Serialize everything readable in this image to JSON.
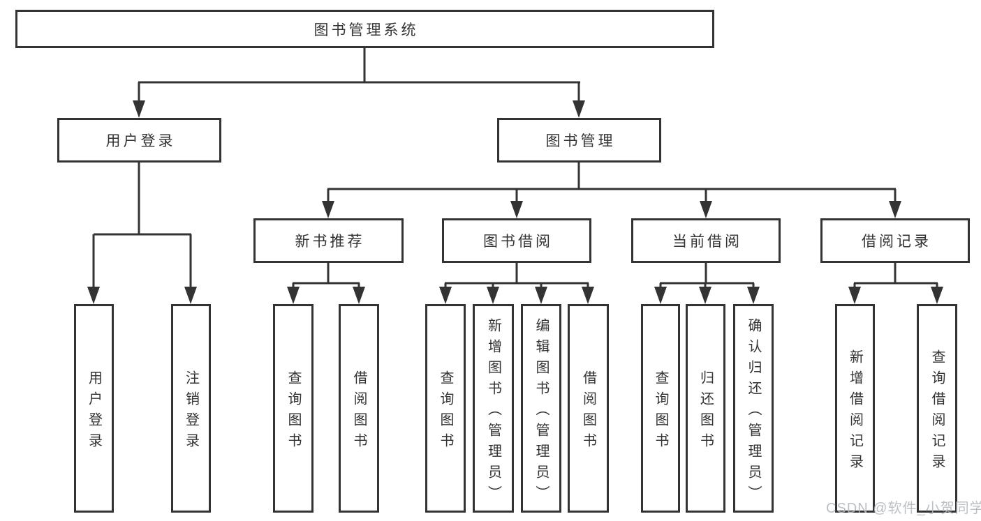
{
  "diagram": {
    "type": "hierarchy-tree",
    "tree": {
      "label": "图书管理系统",
      "children": [
        {
          "label": "用户登录",
          "children": [
            {
              "label": "用户登录"
            },
            {
              "label": "注销登录"
            }
          ]
        },
        {
          "label": "图书管理",
          "children": [
            {
              "label": "新书推荐",
              "children": [
                {
                  "label": "查询图书"
                },
                {
                  "label": "借阅图书"
                }
              ]
            },
            {
              "label": "图书借阅",
              "children": [
                {
                  "label": "查询图书"
                },
                {
                  "label": "新增图书（管理员）"
                },
                {
                  "label": "编辑图书（管理员）"
                },
                {
                  "label": "借阅图书"
                }
              ]
            },
            {
              "label": "当前借阅",
              "children": [
                {
                  "label": "查询图书"
                },
                {
                  "label": "归还图书"
                },
                {
                  "label": "确认归还（管理员）"
                }
              ]
            },
            {
              "label": "借阅记录",
              "children": [
                {
                  "label": "新增借阅记录"
                },
                {
                  "label": "查询借阅记录"
                }
              ]
            }
          ]
        }
      ]
    },
    "colors": {
      "line": "#333333",
      "text": "#333333",
      "box_background": "#ffffff",
      "watermark": "#b2b6be"
    }
  },
  "watermark": {
    "text": "CSDN @软件_小贺同学"
  }
}
